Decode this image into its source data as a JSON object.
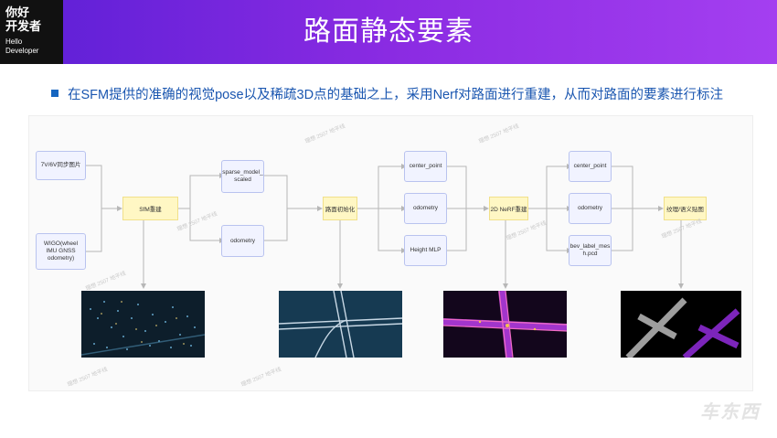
{
  "header": {
    "logo_line1": "你好",
    "logo_line2": "开发者",
    "logo_sub1": "Hello",
    "logo_sub2": "Developer",
    "title": "路面静态要素"
  },
  "bullet": {
    "text": "在SFM提供的准确的视觉pose以及稀疏3D点的基础之上，采用Nerf对路面进行重建，从而对路面的要素进行标注"
  },
  "diagram": {
    "input_images": "7V/6V同步图片",
    "input_odometry": "WIGO(wheel IMU GNSS odometry)",
    "sfm": "SfM重建",
    "sparse_model": "sparse_model_ scaled",
    "odometry_1": "odometry",
    "road_init": "路面初始化",
    "center_point_1": "center_point",
    "odometry_2": "odometry",
    "height_mlp": "Height MLP",
    "nerf_2d": "2D NeRF重建",
    "center_point_2": "center_point",
    "odometry_3": "odometry",
    "bev_label_mesh": "bev_label_mes h.pcd",
    "texture_map": "纹理/语义贴图"
  },
  "watermarks": [
    "理想 2507 地平线",
    "理想 2507 地平线",
    "理想 2507 地平线",
    "理想 2507 地平线",
    "理想 2507 地平线",
    "理想 2507 地平线",
    "理想 2507 地平线",
    "理想 2507 地平线"
  ],
  "brand": "车东西",
  "colors": {
    "header_start": "#5b1fd6",
    "header_end": "#a43ff0",
    "bullet": "#1a56b0",
    "node_fill": "#f1f3ff",
    "proc_fill": "#fff7c4"
  }
}
